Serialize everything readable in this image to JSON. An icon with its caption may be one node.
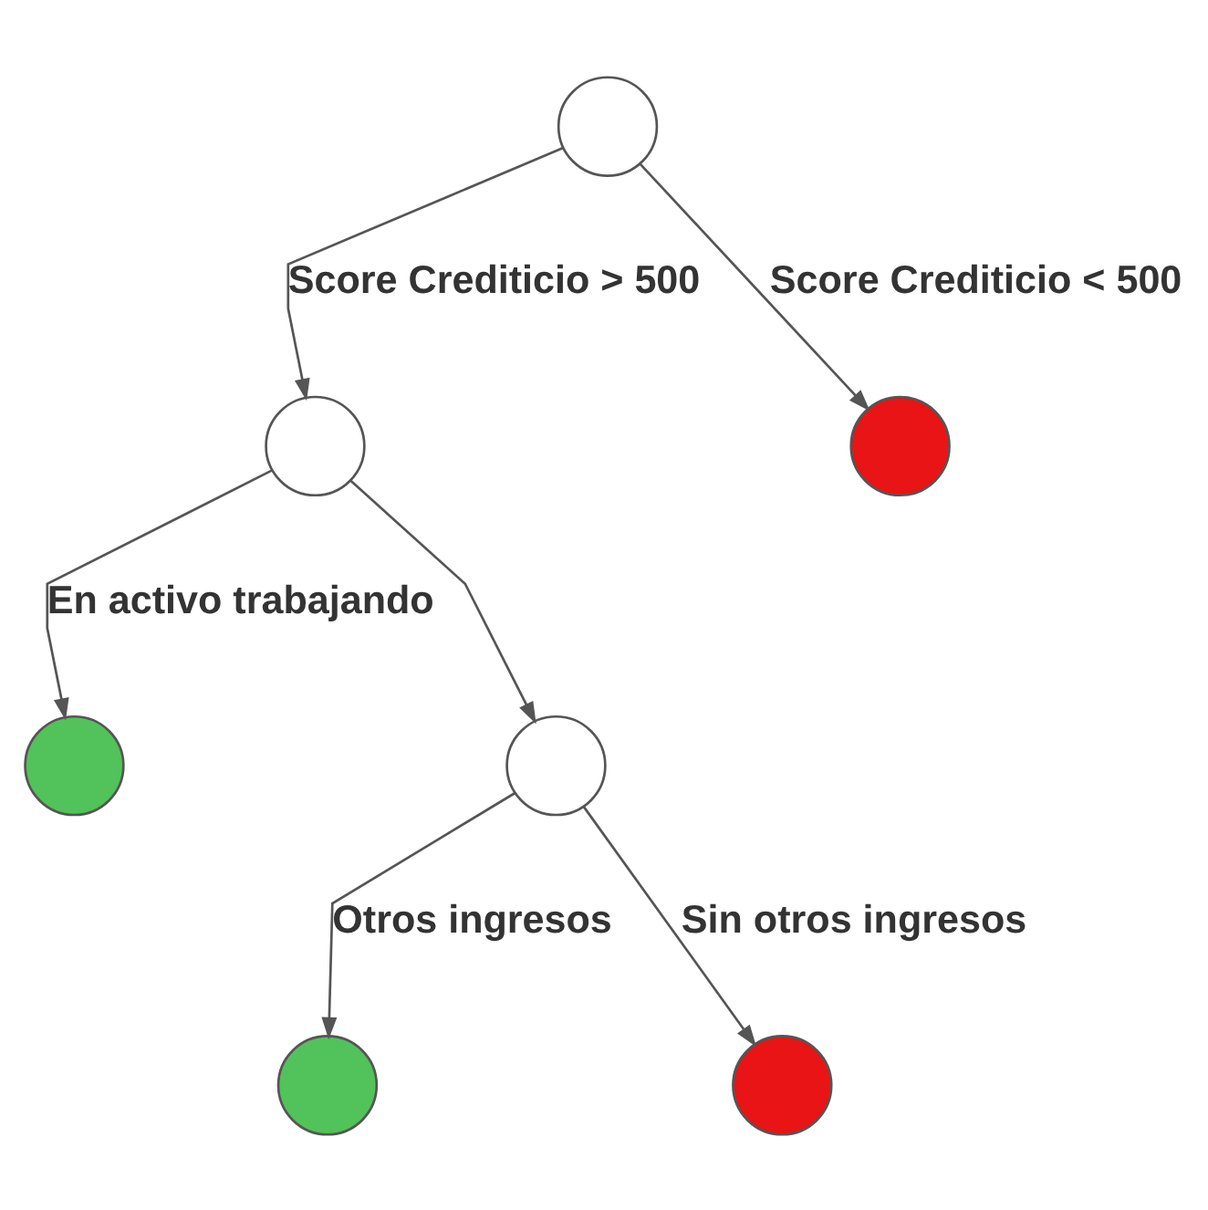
{
  "diagram": {
    "nodes": [
      {
        "text": [],
        "shape": "circle"
      },
      {
        "text": [],
        "shape": "circle"
      },
      {
        "text": [],
        "shape": "circle"
      },
      {
        "text": [],
        "shape": "circle"
      },
      {
        "text": [],
        "shape": "circle"
      },
      {
        "text": [],
        "shape": "circle"
      },
      {
        "text": [],
        "shape": "circle"
      }
    ],
    "edges": [
      {
        "from": 0,
        "to": 1,
        "arrow": "to",
        "label": "Score Crediticio > 500"
      },
      {
        "from": 0,
        "to": 2,
        "arrow": "to",
        "label": "Score Crediticio < 500"
      },
      {
        "from": 1,
        "to": 3,
        "arrow": "to",
        "label": "En activo trabajando"
      },
      {
        "from": 1,
        "to": 4,
        "arrow": "to"
      },
      {
        "from": 4,
        "to": 5,
        "arrow": "to",
        "label": "Otros ingresos"
      },
      {
        "from": 4,
        "to": 6,
        "arrow": "to",
        "label": "Sin otros ingresos"
      }
    ]
  }
}
